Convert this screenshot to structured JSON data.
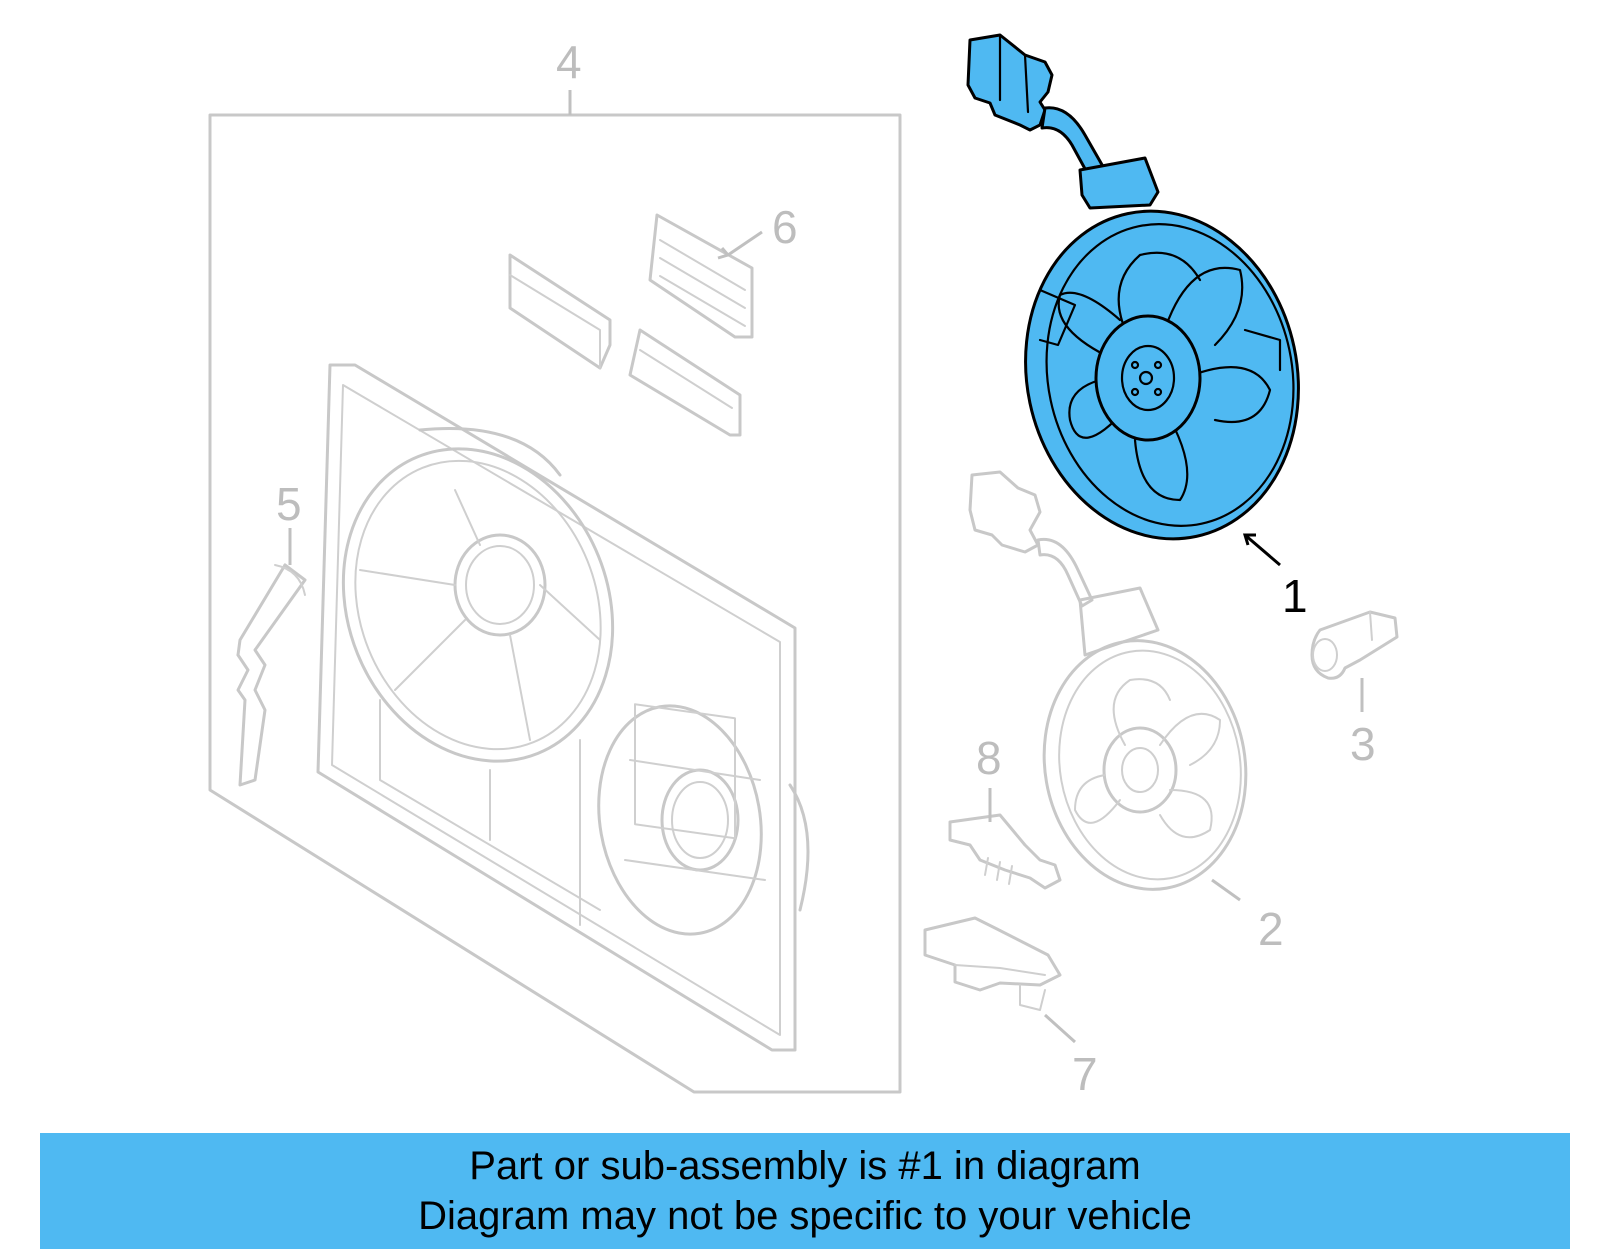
{
  "callouts": [
    {
      "id": "1",
      "label": "1",
      "highlighted": true
    },
    {
      "id": "2",
      "label": "2",
      "highlighted": false
    },
    {
      "id": "3",
      "label": "3",
      "highlighted": false
    },
    {
      "id": "4",
      "label": "4",
      "highlighted": false
    },
    {
      "id": "5",
      "label": "5",
      "highlighted": false
    },
    {
      "id": "6",
      "label": "6",
      "highlighted": false
    },
    {
      "id": "7",
      "label": "7",
      "highlighted": false
    },
    {
      "id": "8",
      "label": "8",
      "highlighted": false
    }
  ],
  "colors": {
    "highlight": "#4fb9f2",
    "parts_gray": "#c8c8c8",
    "banner_bg": "#4fb9f2"
  },
  "banner": {
    "line1": "Part or sub-assembly is #1 in diagram",
    "line2": "Diagram may not be specific to your vehicle"
  }
}
